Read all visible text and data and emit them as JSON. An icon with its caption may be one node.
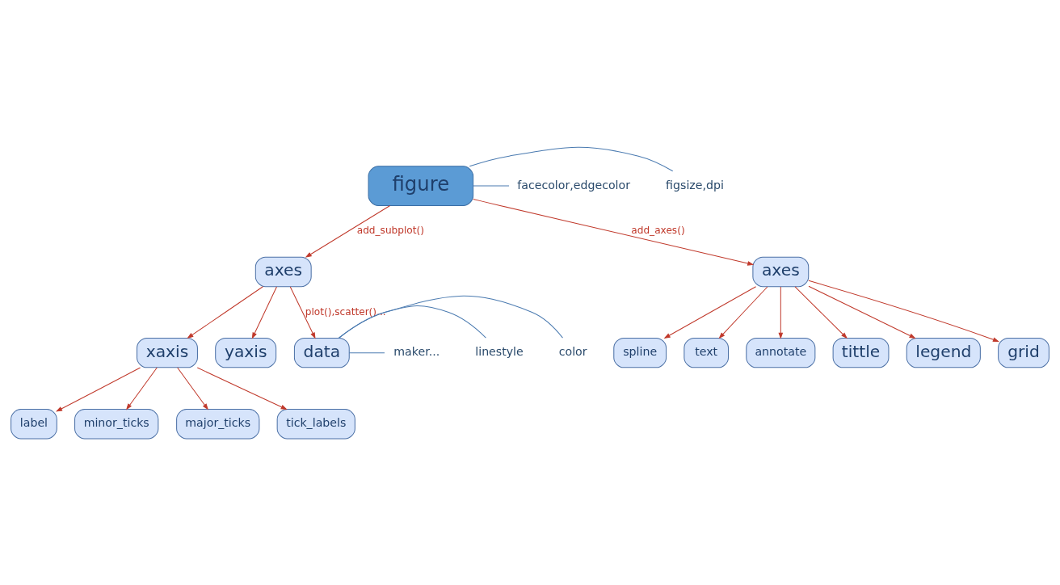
{
  "diagram": {
    "nodes": [
      {
        "text": [
          "figure"
        ]
      },
      {
        "text": [
          "figsize,dpi"
        ]
      },
      {
        "text": [
          "facecolor,edgecolor"
        ]
      },
      {
        "text": [
          "axes"
        ]
      },
      {
        "text": [
          "axes"
        ]
      },
      {
        "text": [
          "xaxis"
        ]
      },
      {
        "text": [
          "yaxis"
        ]
      },
      {
        "text": [
          "data"
        ]
      },
      {
        "text": [
          "color"
        ]
      },
      {
        "text": [
          "linestyle"
        ]
      },
      {
        "text": [
          "maker..."
        ]
      },
      {
        "text": [
          "spline"
        ]
      },
      {
        "text": [
          "text"
        ]
      },
      {
        "text": [
          "annotate"
        ]
      },
      {
        "text": [
          "tittle"
        ]
      },
      {
        "text": [
          "legend"
        ]
      },
      {
        "text": [
          "grid"
        ]
      },
      {
        "text": [
          "label"
        ]
      },
      {
        "text": [
          "minor_ticks"
        ]
      },
      {
        "text": [
          "major_ticks"
        ]
      },
      {
        "text": [
          "tick_labels"
        ]
      }
    ],
    "edges": [
      {
        "from": 0,
        "to": 1,
        "arrow": "none",
        "color": "#4a7ab0"
      },
      {
        "from": 0,
        "to": 2,
        "arrow": "none",
        "color": "#4a7ab0"
      },
      {
        "from": 0,
        "to": 3,
        "arrow": "to",
        "label": "add_subplot()"
      },
      {
        "from": 0,
        "to": 4,
        "arrow": "to",
        "label": "add_axes()"
      },
      {
        "from": 3,
        "to": 5,
        "arrow": "to"
      },
      {
        "from": 3,
        "to": 6,
        "arrow": "to"
      },
      {
        "from": 3,
        "to": 7,
        "arrow": "to",
        "label": "plot(),scatter()..."
      },
      {
        "from": 7,
        "to": 8,
        "arrow": "none",
        "color": "#4a7ab0"
      },
      {
        "from": 7,
        "to": 9,
        "arrow": "none",
        "color": "#4a7ab0"
      },
      {
        "from": 7,
        "to": 10,
        "arrow": "none",
        "color": "#4a7ab0"
      },
      {
        "from": 4,
        "to": 11,
        "arrow": "to"
      },
      {
        "from": 4,
        "to": 12,
        "arrow": "to"
      },
      {
        "from": 4,
        "to": 13,
        "arrow": "to"
      },
      {
        "from": 4,
        "to": 14,
        "arrow": "to"
      },
      {
        "from": 4,
        "to": 15,
        "arrow": "to"
      },
      {
        "from": 4,
        "to": 16,
        "arrow": "to"
      },
      {
        "from": 5,
        "to": 17,
        "arrow": "to"
      },
      {
        "from": 5,
        "to": 18,
        "arrow": "to"
      },
      {
        "from": 5,
        "to": 19,
        "arrow": "to"
      },
      {
        "from": 5,
        "to": 20,
        "arrow": "to"
      }
    ]
  }
}
